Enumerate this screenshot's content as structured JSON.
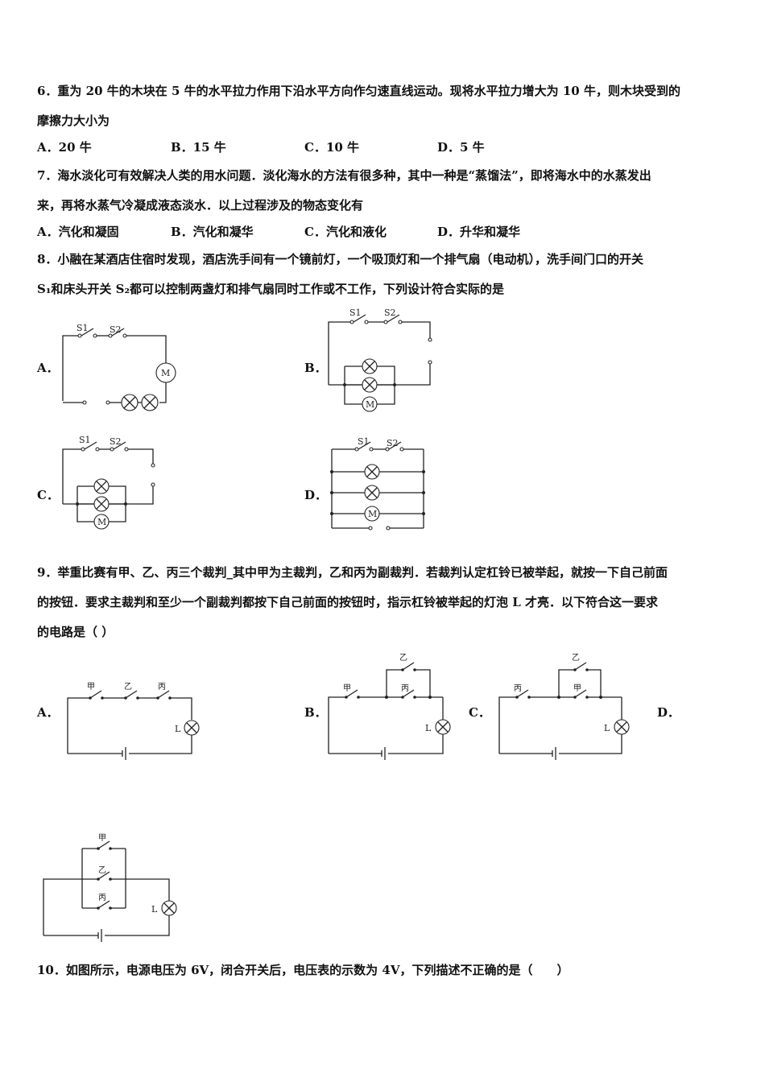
{
  "q6": {
    "line1": "6．重为 20 牛的木块在 5 牛的水平拉力作用下沿水平方向作匀速直线运动。现将水平拉力增大为 10 牛，则木块受到的",
    "line2": "摩擦力大小为",
    "options": [
      "A．20 牛",
      "B．15 牛",
      "C．10 牛",
      "D．5 牛"
    ]
  },
  "q7": {
    "line1": "7．海水淡化可有效解决人类的用水问题．淡化海水的方法有很多种，其中一种是“蒸馏法”，即将海水中的水蒸发出",
    "line2": "来，再将水蒸气冷凝成液态淡水．以上过程涉及的物态变化有",
    "options": [
      "A．汽化和凝固",
      "B．汽化和凝华",
      "C．汽化和液化",
      "D．升华和凝华"
    ]
  },
  "q8": {
    "line1": "8．小融在某酒店住宿时发现，酒店洗手间有一个镜前灯，一个吸顶灯和一个排气扇（电动机），洗手间门口的开关",
    "line2": "S₁和床头开关 S₂都可以控制两盏灯和排气扇同时工作或不工作，下列设计符合实际的是",
    "option_labels": [
      "A．",
      "B．",
      "C．",
      "D．"
    ],
    "switch_labels": [
      "S1",
      "S2"
    ],
    "motor_label": "M"
  },
  "q9": {
    "line1": "9．举重比赛有甲、乙、丙三个裁判_其中甲为主裁判，乙和丙为副裁判．若裁判认定杠铃已被举起，就按一下自己前面",
    "line2": "的按钮．要求主裁判和至少一个副裁判都按下自己前面的按钮时，指示杠铃被举起的灯泡 L 才亮．以下符合这一要求",
    "line3": "的电路是（ ）",
    "option_labels": [
      "A．",
      "B．",
      "C．",
      "D．"
    ],
    "judges": {
      "jia": "甲",
      "yi": "乙",
      "bing": "丙"
    },
    "lamp_label": "L"
  },
  "q10": {
    "line1": "10．如图所示，电源电压为 6V，闭合开关后，电压表的示数为 4V，下列描述不正确的是（　　）"
  }
}
